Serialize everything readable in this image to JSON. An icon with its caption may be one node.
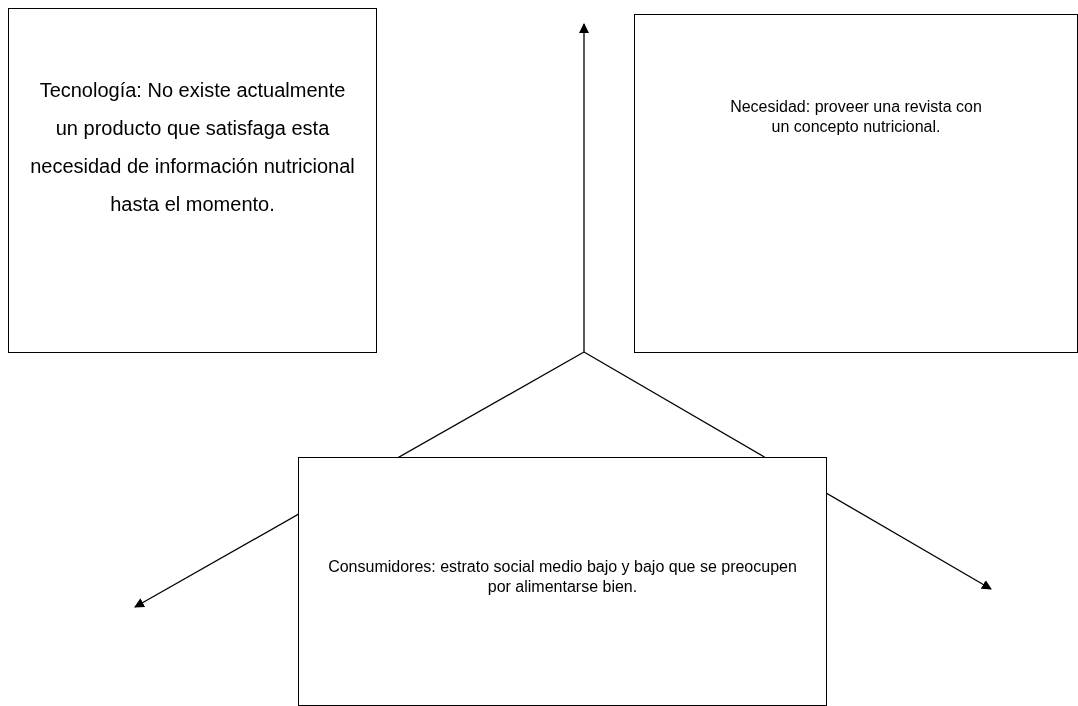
{
  "diagram": {
    "nodes": [
      {
        "text": [
          "Tecnología: No existe actualmente un producto que satisfaga esta necesidad de información nutricional hasta el momento."
        ]
      },
      {
        "text": [
          "Necesidad: proveer una revista con un concepto nutricional."
        ]
      },
      {
        "text": [
          "Consumidores: estrato social medio bajo y bajo que se preocupen por alimentarse bien."
        ]
      }
    ]
  }
}
